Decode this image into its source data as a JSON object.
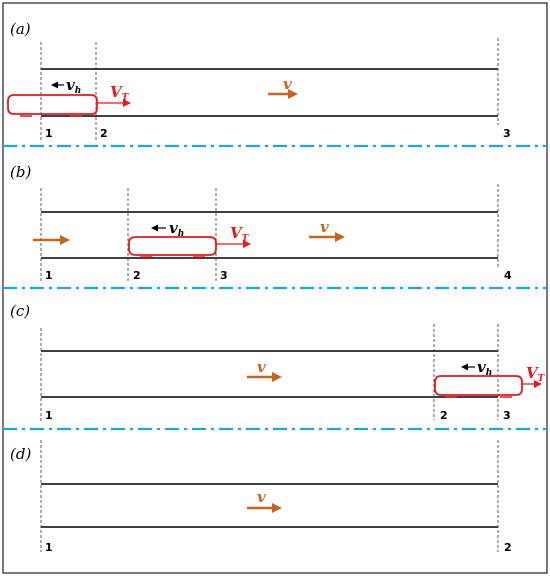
{
  "colors": {
    "frame": "#222222",
    "rail": "#000000",
    "separator": "#1aa7e6",
    "train": "#e41a1c",
    "flow": "#c8641e",
    "guide": "#333333"
  },
  "panels": [
    {
      "label": "(a)",
      "flow": {
        "symbol": "v"
      },
      "train": {
        "head": "v",
        "head_sub": "h",
        "tail": "V",
        "tail_sub": "T"
      },
      "markers": [
        "1",
        "2",
        "3"
      ]
    },
    {
      "label": "(b)",
      "flow": {
        "symbol": "v"
      },
      "train": {
        "head": "v",
        "head_sub": "h",
        "tail": "V",
        "tail_sub": "T"
      },
      "markers": [
        "1",
        "2",
        "3",
        "4"
      ]
    },
    {
      "label": "(c)",
      "flow": {
        "symbol": "v"
      },
      "train": {
        "head": "v",
        "head_sub": "h",
        "tail": "V",
        "tail_sub": "T"
      },
      "markers": [
        "1",
        "2",
        "3"
      ]
    },
    {
      "label": "(d)",
      "flow": {
        "symbol": "v"
      },
      "markers": [
        "1",
        "2"
      ]
    }
  ]
}
